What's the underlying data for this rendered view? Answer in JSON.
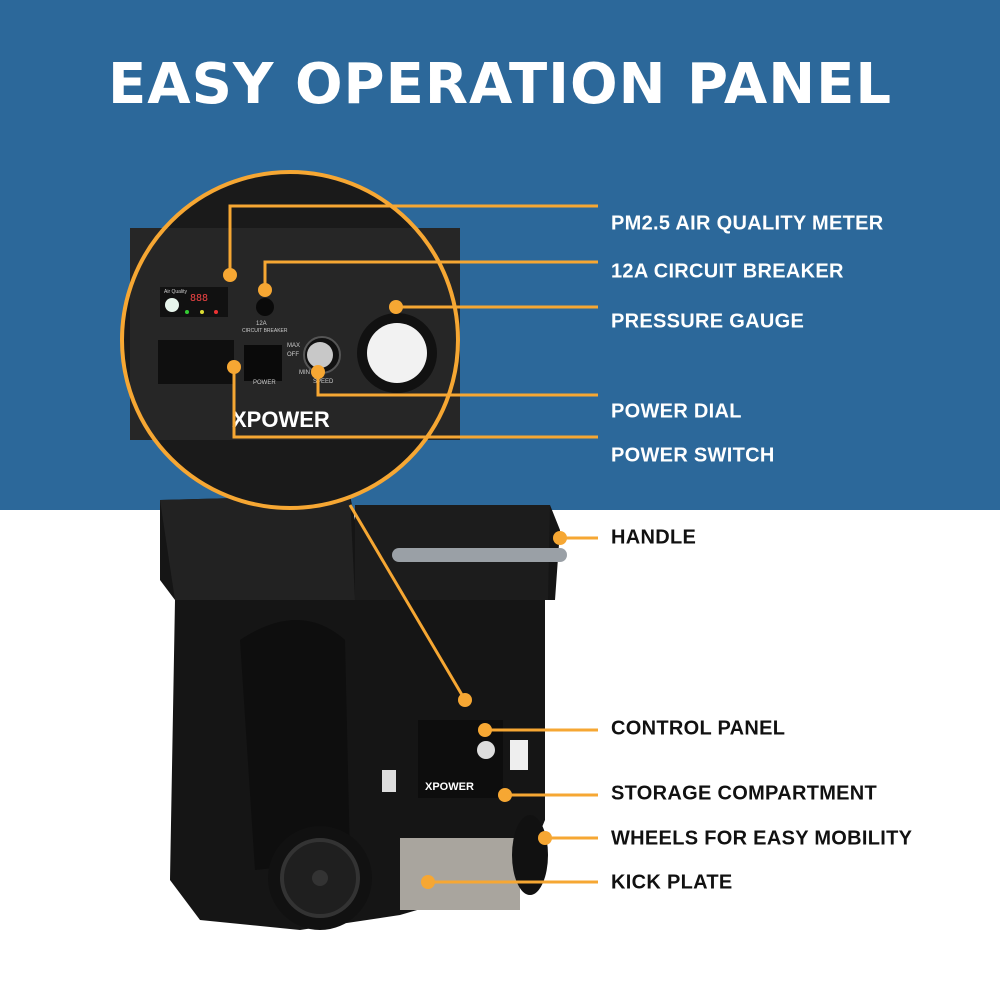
{
  "title": "EASY OPERATION PANEL",
  "colors": {
    "background_top": "#2c689a",
    "accent": "#f6a733",
    "machine": "#1a1a1a"
  },
  "callouts": [
    {
      "label": "PM2.5 AIR QUALITY METER"
    },
    {
      "label": "12A CIRCUIT BREAKER"
    },
    {
      "label": "PRESSURE GAUGE"
    },
    {
      "label": "POWER DIAL"
    },
    {
      "label": "POWER SWITCH"
    },
    {
      "label": "HANDLE"
    },
    {
      "label": "CONTROL PANEL"
    },
    {
      "label": "STORAGE COMPARTMENT"
    },
    {
      "label": "WHEELS FOR EASY MOBILITY"
    },
    {
      "label": "KICK PLATE"
    }
  ],
  "panel": {
    "brand": "XPOWER",
    "air_quality": "Air Quality",
    "display": "888",
    "breaker_amp": "12A",
    "breaker_text": "CIRCUIT BREAKER",
    "power": "POWER",
    "max": "MAX",
    "off": "OFF",
    "min": "MIN",
    "speed": "SPEED"
  }
}
